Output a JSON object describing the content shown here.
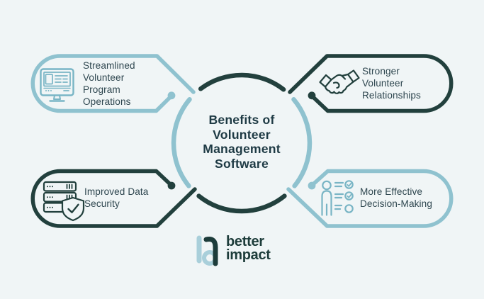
{
  "title": "Benefits of\nVolunteer\nManagement\nSoftware",
  "callouts": [
    {
      "position": "top-left",
      "label": "Streamlined\nVolunteer\nProgram\nOperations",
      "icon": "computer-monitor-icon",
      "accent": "light"
    },
    {
      "position": "top-right",
      "label": "Stronger\nVolunteer\nRelationships",
      "icon": "handshake-icon",
      "accent": "dark"
    },
    {
      "position": "bottom-left",
      "label": "Improved Data\nSecurity",
      "icon": "server-shield-icon",
      "accent": "dark"
    },
    {
      "position": "bottom-right",
      "label": "More Effective\nDecision-Making",
      "icon": "person-checklist-icon",
      "accent": "light"
    }
  ],
  "logo": {
    "word1": "better",
    "word2": "impact"
  },
  "colors": {
    "background": "#f0f5f6",
    "light_teal": "#8fc2cf",
    "dark_teal": "#22403d",
    "icon_light_teal": "#79b5c5",
    "text_dark": "#2e464f",
    "title_dark": "#1e3a44",
    "logo_dark": "#1d3c3a",
    "logo_light": "#a9cfda"
  }
}
